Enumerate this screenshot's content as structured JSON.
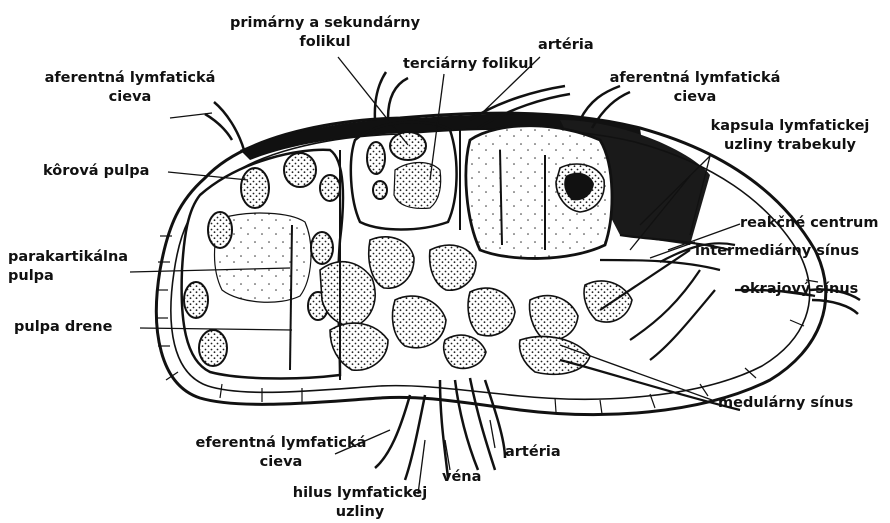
{
  "labels": {
    "primary_secondary_follicle": [
      "primárny a sekundárny",
      "folikul"
    ],
    "artery_top": "artéria",
    "afferent_left": [
      "aferentná lymfatická",
      "cieva"
    ],
    "tertiary_follicle": "terciárny folikul",
    "afferent_right": [
      "aferentná lymfatická",
      "cieva"
    ],
    "capsule_trabeculae": [
      "kapsula lymfatickej",
      "uzliny trabekuly"
    ],
    "cortical_pulp": "kôrová pulpa",
    "reaction_center": "reakčné centrum",
    "paracortical_pulp": [
      "parakartikálna",
      "pulpa"
    ],
    "intermediate_sinus": "intermediárny sínus",
    "marginal_sinus": "okrajový sínus",
    "drainage_pulp": "pulpa drene",
    "medullary_sinus": "medulárny sínus",
    "efferent_vessel": [
      "eferentná lymfatická",
      "cieva"
    ],
    "artery_bottom": "artéria",
    "vein": "véna",
    "hilus": [
      "hilus lymfatickej",
      "uzliny"
    ]
  }
}
